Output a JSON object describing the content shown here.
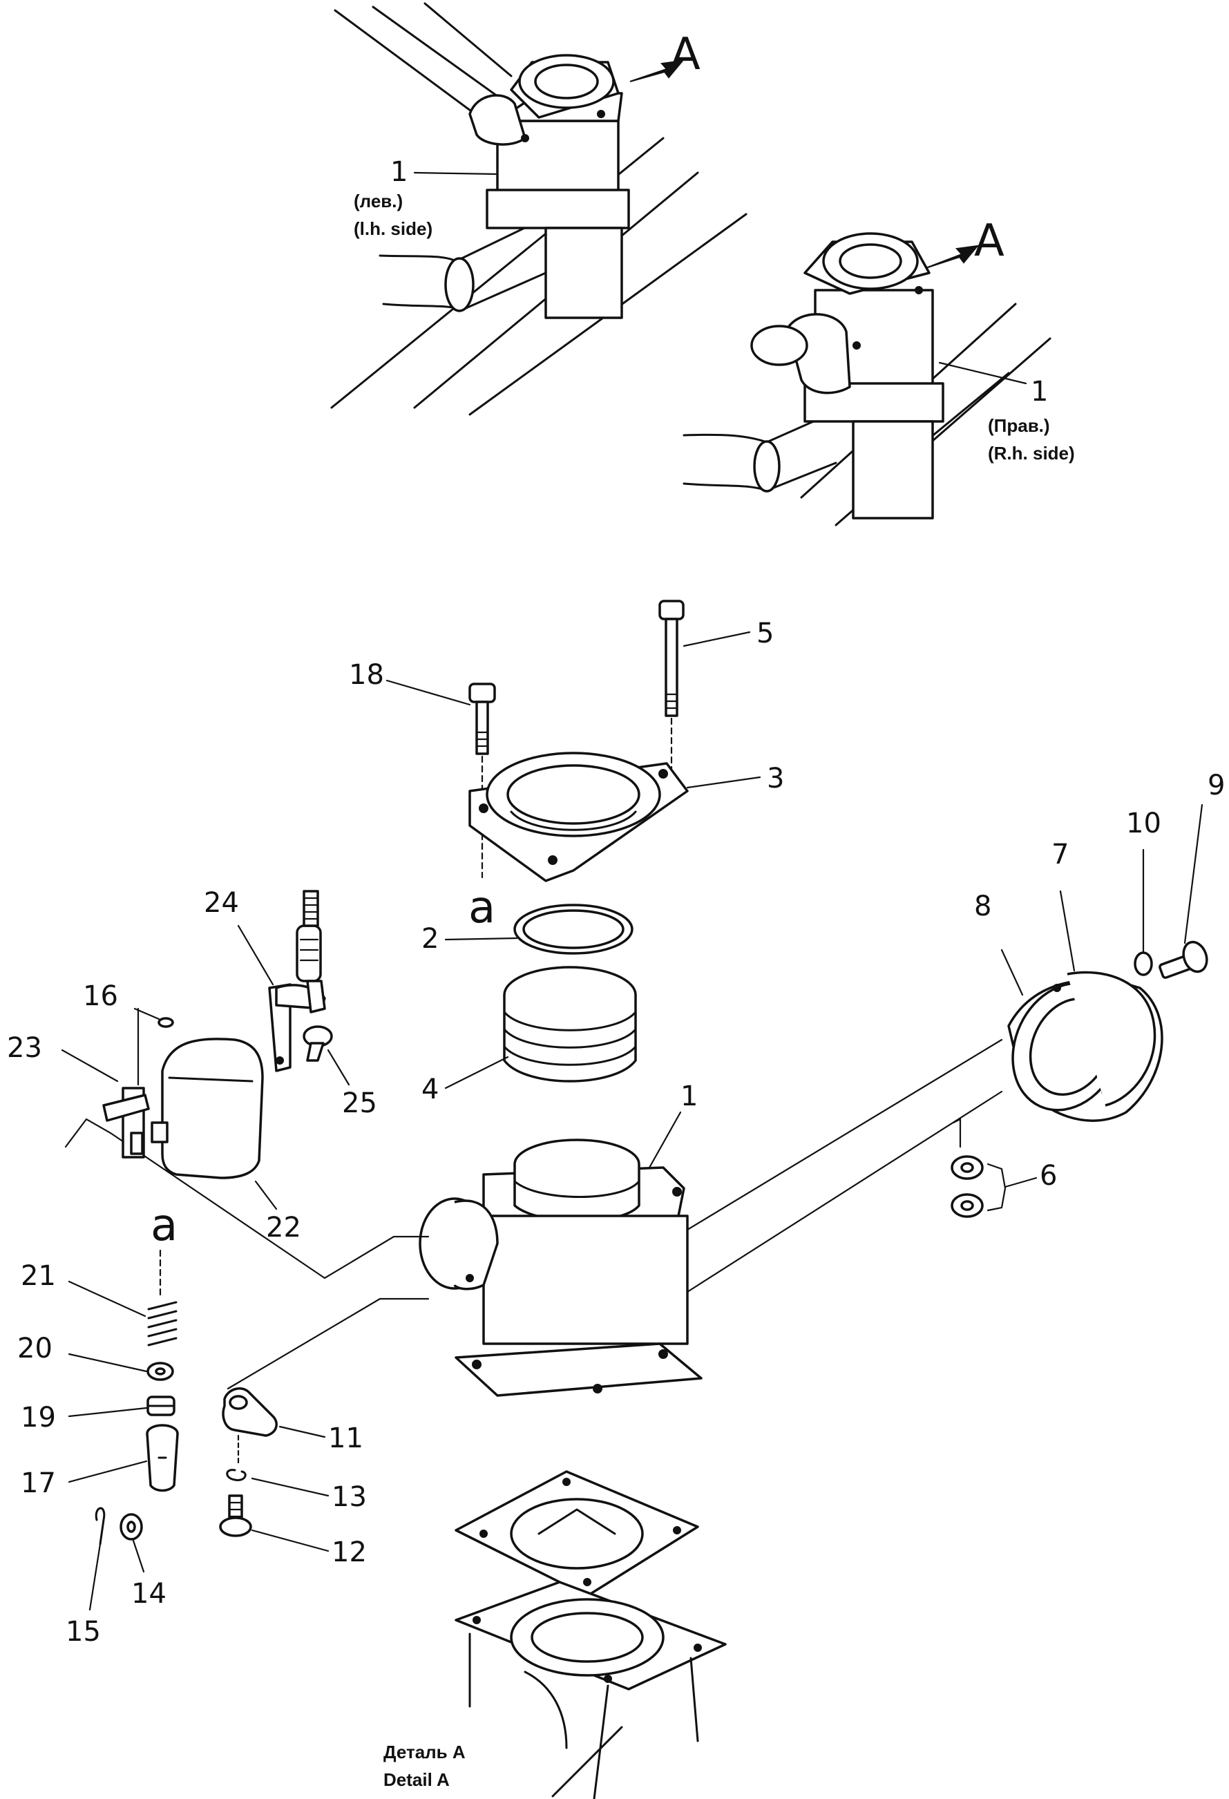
{
  "callouts": {
    "view_marker": "A",
    "section_marker": "a"
  },
  "top_left_view": {
    "item": "1",
    "side_ru": "(лев.)",
    "side_en": "(l.h. side)"
  },
  "top_right_view": {
    "item": "1",
    "side_ru": "(Прав.)",
    "side_en": "(R.h. side)"
  },
  "parts": {
    "p1": "1",
    "p2": "2",
    "p3": "3",
    "p4": "4",
    "p5": "5",
    "p6": "6",
    "p7": "7",
    "p8": "8",
    "p9": "9",
    "p10": "10",
    "p11": "11",
    "p12": "12",
    "p13": "13",
    "p14": "14",
    "p15": "15",
    "p16": "16",
    "p17": "17",
    "p18": "18",
    "p19": "19",
    "p20": "20",
    "p21": "21",
    "p22": "22",
    "p23": "23",
    "p24": "24",
    "p25": "25"
  },
  "detail": {
    "ru": "Деталь A",
    "en": "Detail A"
  }
}
